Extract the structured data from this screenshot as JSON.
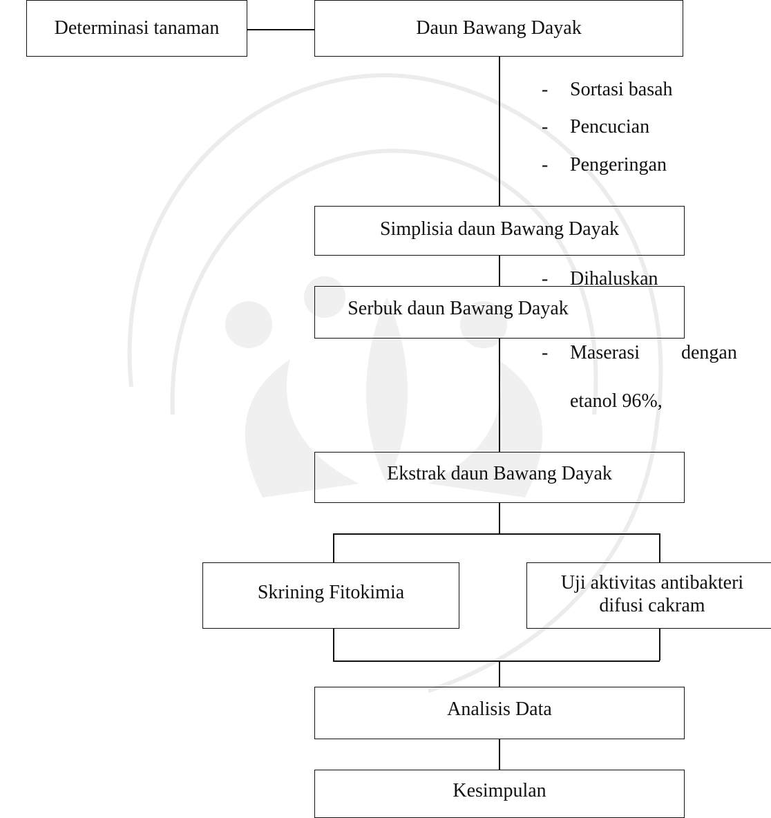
{
  "boxes": {
    "determinasi": "Determinasi tanaman",
    "daun": "Daun Bawang Dayak",
    "simplisia": "Simplisia daun Bawang Dayak",
    "serbuk": "Serbuk daun Bawang Dayak",
    "ekstrak": "Ekstrak daun Bawang Dayak",
    "skrining": "Skrining Fitokimia",
    "uji_line1": "Uji aktivitas antibakteri",
    "uji_line2": "difusi cakram",
    "analisis": "Analisis Data",
    "kesimpulan": "Kesimpulan"
  },
  "steps": {
    "dash": "-",
    "sortasi": "Sortasi basah",
    "pencucian": "Pencucian",
    "pengeringan": "Pengeringan",
    "dihaluskan": "Dihaluskan",
    "maserasi_a": "Maserasi",
    "maserasi_b": "dengan",
    "maserasi_c": "etanol 96%,"
  },
  "colors": {
    "stroke": "#111111",
    "watermark": "#ececec"
  }
}
